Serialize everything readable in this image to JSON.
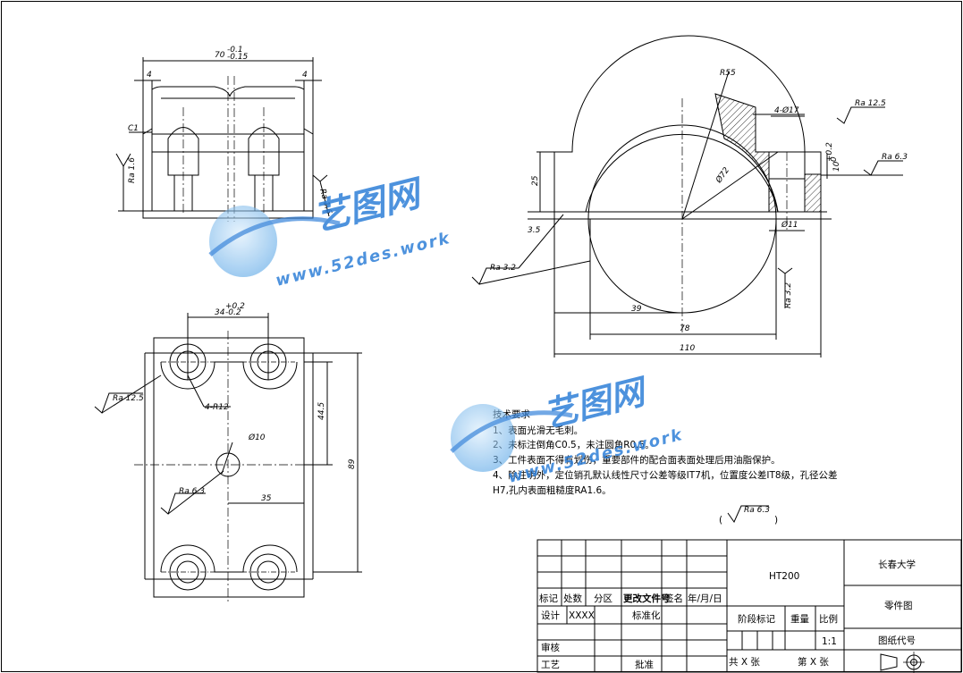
{
  "dims": {
    "overall_width": "70",
    "overall_width_tol_upper": "-0.1",
    "overall_width_tol_lower": "-0.15",
    "edge_left": "4",
    "edge_right": "4",
    "chamfer": "C1",
    "ra_left_front": "Ra 1.6",
    "ra_right_front": "Ra 1.6",
    "radius": "R55",
    "holes_dia": "4-Ø17",
    "ra_top_right": "Ra 12.5",
    "ra_side_right": "Ra 6.3",
    "height_25": "25",
    "depth_10": "10",
    "depth_10_tol_upper": "+0.2",
    "depth_10_tol_lower": "0",
    "bore_dia": "Ø72",
    "small_hole": "Ø11",
    "step_35": "3.5",
    "ra_bottom_left": "Ra 3.2",
    "ra_bottom_right": "Ra 3.2",
    "dim_39": "39",
    "dim_78": "78",
    "dim_110": "110",
    "hole_spacing": "34",
    "hole_spacing_tol_upper": "+0.2",
    "hole_spacing_tol_lower": "-0.2",
    "ra_top_left": "Ra 12.5",
    "corner_radius": "4-R12",
    "dim_44_5": "44.5",
    "center_hole": "Ø10",
    "dim_89": "89",
    "ra_center": "Ra 6.3",
    "dim_35": "35"
  },
  "notes": {
    "heading": "技术要求",
    "line1": "1、表面光滑无毛刺。",
    "line2": "2、未标注倒角C0.5，未注圆角R0.5。",
    "line3": "3、工件表面不得有划伤，重要部件的配合面表面处理后用油脂保护。",
    "line4a": "4、除注明外，定位销孔默认线性尺寸公差等级IT7机，位置度公差IT8级，孔径公差",
    "line4b": "H7,孔内表面粗糙度RA1.6。",
    "general_roughness": "Ra 6.3"
  },
  "title_block": {
    "material": "HT200",
    "school": "长春大学",
    "drawing_type": "零件图",
    "drawing_no_label": "图纸代号",
    "mark": "标记",
    "count": "处数",
    "zone": "分区",
    "change_doc": "更改文件号",
    "signature": "签名",
    "date": "年/月/日",
    "design": "设计",
    "designer": "XXXX",
    "standardize": "标准化",
    "stage_mark": "阶段标记",
    "weight": "重量",
    "scale_label": "比例",
    "scale": "1:1",
    "review": "审核",
    "process": "工艺",
    "approve": "批准",
    "sheets": "共 X 张",
    "sheet_no": "第 X 张"
  },
  "watermark": {
    "cn": "艺图网",
    "url": "www.52des.work"
  },
  "colors": {
    "line": "#000000",
    "watermark_blue": "#2f7fd8",
    "watermark_light": "#9cc8f0"
  }
}
